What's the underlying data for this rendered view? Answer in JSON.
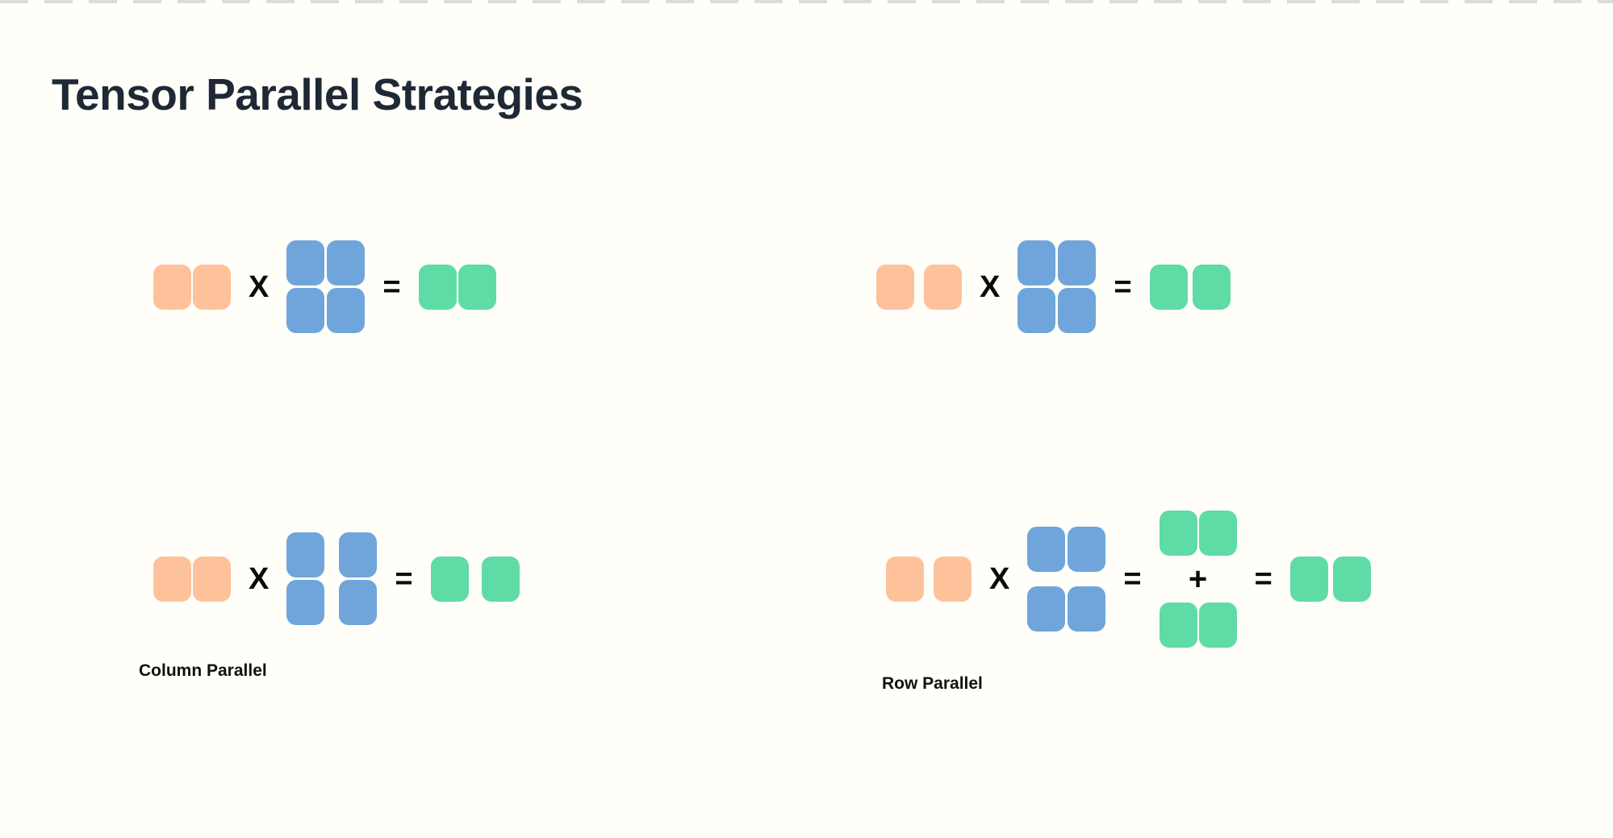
{
  "title": "Tensor Parallel Strategies",
  "labels": {
    "column_parallel": "Column Parallel",
    "row_parallel": "Row Parallel"
  },
  "operators": {
    "multiply": "X",
    "equals": "=",
    "plus": "+"
  },
  "colors": {
    "background": "#FFFEF9",
    "input_vector_orange": "#FDC29B",
    "weight_matrix_blue": "#6FA5DA",
    "output_vector_green": "#5FDBA6",
    "title_text": "#1F2935",
    "label_text": "#111111",
    "operator_text": "#0B0B0B",
    "top_edge_dash": "#DCDBD6"
  },
  "diagrams": {
    "top_left": {
      "input_blocks": 2,
      "weight_blocks": "2x2",
      "weight_split": "none",
      "output_blocks": 2
    },
    "top_right": {
      "input_blocks": 2,
      "weight_blocks": "2x2",
      "weight_split": "none",
      "output_blocks": 2
    },
    "bottom_left": {
      "label": "Column Parallel",
      "input_blocks": 2,
      "weight_blocks": "2x2",
      "weight_split": "columns",
      "output_blocks": 2,
      "output_split": true
    },
    "bottom_right": {
      "label": "Row Parallel",
      "input_blocks": 2,
      "weight_blocks": "2x2",
      "weight_split": "rows",
      "partial_outputs": 2,
      "partial_combination": "sum",
      "output_blocks": 2
    }
  }
}
